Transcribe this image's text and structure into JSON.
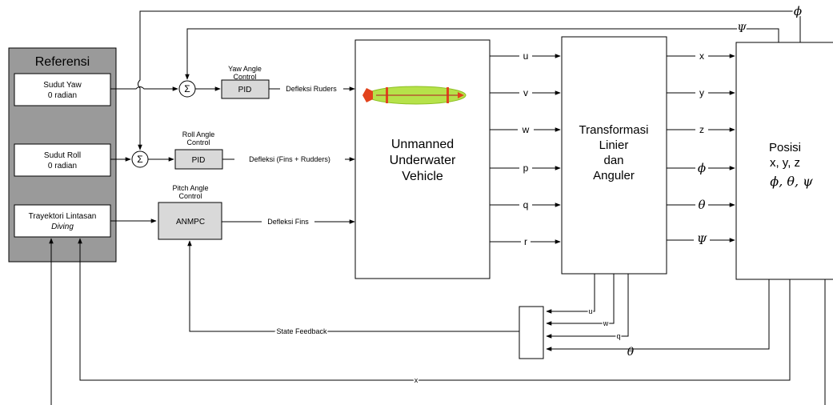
{
  "reference_panel": {
    "title": "Referensi",
    "yaw": {
      "line1": "Sudut Yaw",
      "line2": "0 radian"
    },
    "roll": {
      "line1": "Sudut Roll",
      "line2": "0 radian"
    },
    "trajectory": {
      "line1": "Trayektori Lintasan",
      "line2": "Diving"
    }
  },
  "controllers": {
    "yaw": {
      "caption1": "Yaw Angle",
      "caption2": "Control",
      "label": "PID",
      "output": "Defleksi Ruders"
    },
    "roll": {
      "caption1": "Roll Angle",
      "caption2": "Control",
      "label": "PID",
      "output": "Defleksi (Fins + Rudders)"
    },
    "pitch": {
      "caption1": "Pitch Angle",
      "caption2": "Control",
      "label": "ANMPC",
      "output": "Defleksi Fins"
    }
  },
  "summing_symbol": "Σ",
  "uuv": {
    "line1": "Unmanned",
    "line2": "Underwater",
    "line3": "Vehicle"
  },
  "uuv_outputs": [
    "u",
    "v",
    "w",
    "p",
    "q",
    "r"
  ],
  "transform": {
    "line1": "Transformasi",
    "line2": "Linier",
    "line3": "dan",
    "line4": "Anguler"
  },
  "transform_outputs": [
    "x",
    "y",
    "z",
    "ϕ",
    "θ",
    "Ψ"
  ],
  "position": {
    "line1": "Posisi",
    "line2": "x, y, z",
    "line3": "ϕ, θ, ψ"
  },
  "feedback": {
    "phi": "ϕ",
    "psi": "Ψ",
    "u": "u",
    "w": "w",
    "q": "q",
    "theta": "θ",
    "state_label": "State Feedback",
    "x": "x"
  }
}
